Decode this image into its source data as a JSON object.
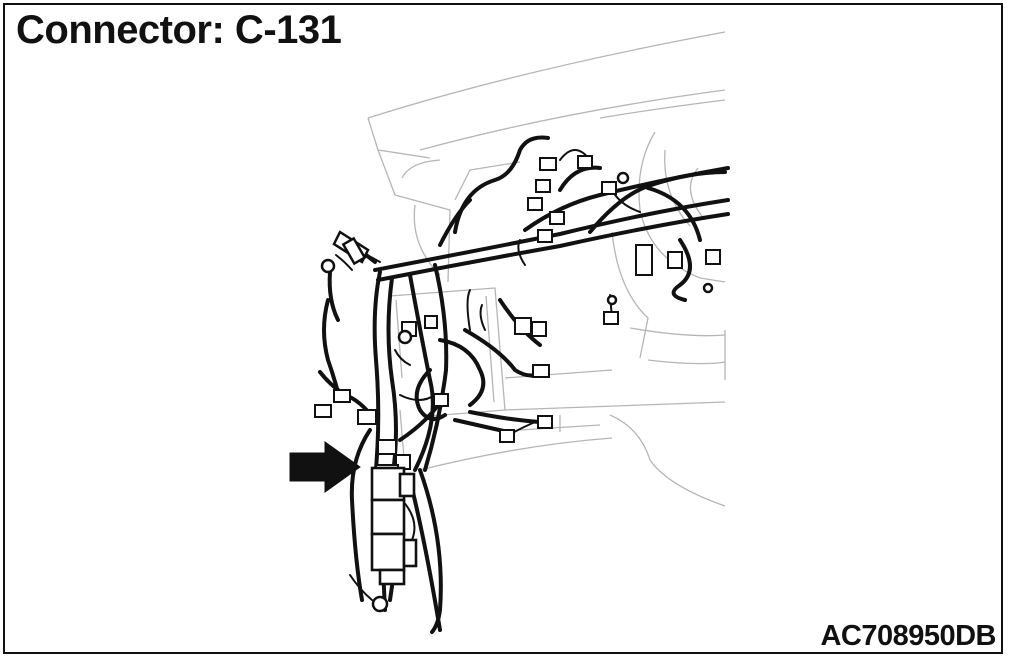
{
  "title": "Connector: C-131",
  "figure_code": "AC708950DB",
  "colors": {
    "ink": "#111111",
    "background_lines": "#b5b5b5",
    "paper": "#ffffff"
  },
  "callout": {
    "icon": "arrow-right-icon",
    "points_to": "C-131"
  }
}
